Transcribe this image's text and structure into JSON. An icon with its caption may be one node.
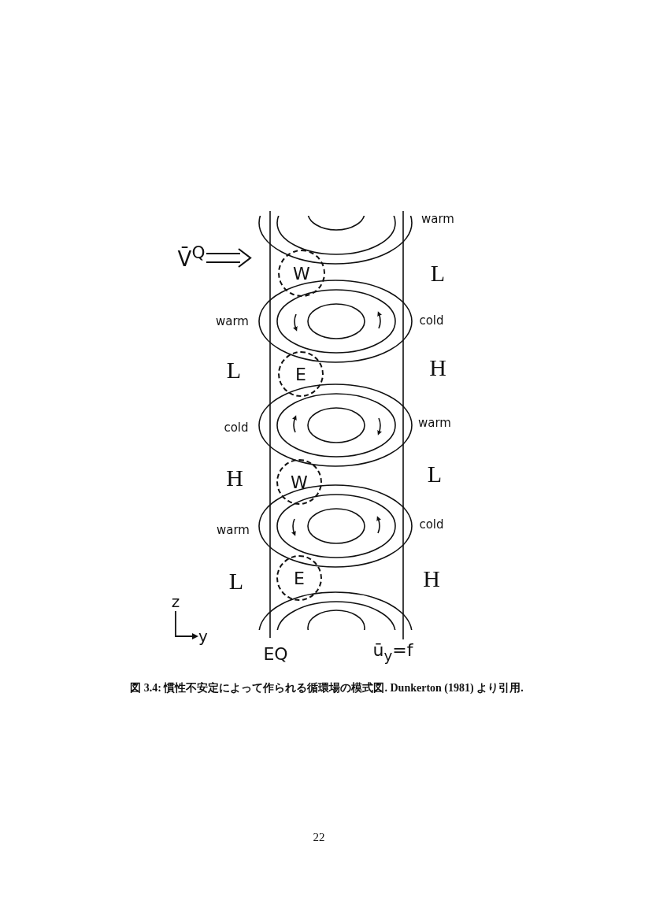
{
  "diagram": {
    "caption": "図 3.4: 慣性不安定によって作られる循環場の模式図. Dunkerton (1981) より引用.",
    "nodes": [
      {
        "text": [
          "W"
        ]
      },
      {
        "text": [
          "E"
        ]
      },
      {
        "text": [
          "W"
        ]
      },
      {
        "text": [
          "E"
        ]
      }
    ],
    "labels": [
      "warm",
      "V̄$^{Q}$",
      "L",
      "warm",
      "cold",
      "L",
      "H",
      "cold",
      "warm",
      "H",
      "L",
      "warm",
      "cold",
      "L",
      "H",
      "z",
      "y",
      "EQ",
      "ū$_{y}$=f",
      "22"
    ]
  }
}
